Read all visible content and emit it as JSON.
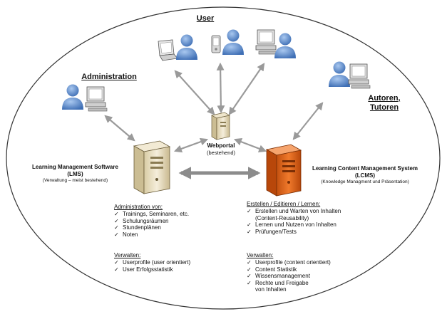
{
  "actors": {
    "user": "User",
    "administration": "Administration",
    "authors": [
      "Autoren,",
      "Tutoren"
    ]
  },
  "webportal": {
    "title": "Webportal",
    "subtitle": "(bestehend)"
  },
  "lms": {
    "title": [
      "Learning Management Software",
      "(LMS)"
    ],
    "subtitle": "(Verwaltung – meist bestehend)",
    "sections": [
      {
        "heading": "Administration von:",
        "items": [
          "Trainings, Seminaren, etc.",
          "Schulungsräumen",
          "Stundenplänen",
          "Noten"
        ]
      },
      {
        "heading": "Verwalten:",
        "items": [
          "Userprofile (user orientiert)",
          "User Erfolgsstatistik"
        ]
      }
    ]
  },
  "lcms": {
    "title": [
      "Learning Content Management System",
      "(LCMS)"
    ],
    "subtitle": "(Knowledge Managment und Präsentation)",
    "sections": [
      {
        "heading": "Erstellen / Editieren / Lernen:",
        "items": [
          "Erstellen und Warten von Inhalten",
          "(Content-Reusability)",
          "Lernen und Nutzen von Inhalten",
          "Prüfungen/Tests"
        ],
        "nocheck": [
          1
        ]
      },
      {
        "heading": "Verwalten:",
        "items": [
          "Userprofile (content orientiert)",
          "Content Statistik",
          "Wissensmanagement",
          "Rechte und Freigabe",
          "von Inhalten"
        ],
        "nocheck": [
          4
        ]
      }
    ]
  },
  "check_symbol": "✓",
  "colors": {
    "person_blue": "#5b8fd0",
    "server_beige": "#ece1c4",
    "server_orange": "#e8651a",
    "arrow_gray": "#9a9a9a",
    "ellipse_stroke": "#333333"
  }
}
